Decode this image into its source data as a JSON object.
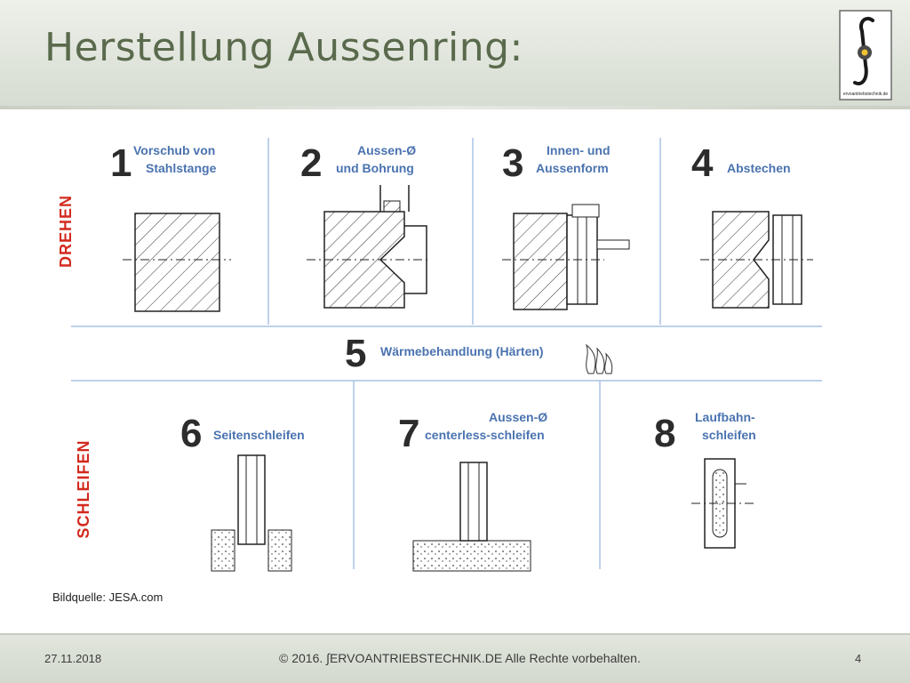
{
  "title": "Herstellung Aussenring:",
  "logo_text": "ervoantriebstechnik.de",
  "source": "Bildquelle: JESA.com",
  "footer": {
    "date": "27.11.2018",
    "copyright": "© 2016.  ∫ERVOANTRIEBSTECHNIK.DE   Alle Rechte vorbehalten.",
    "page": "4"
  },
  "sections": {
    "turning": "DREHEN",
    "grinding": "SCHLEIFEN"
  },
  "steps": [
    {
      "num": "1",
      "label_1": "Vorschub von",
      "label_2": "Stahlstange"
    },
    {
      "num": "2",
      "label_1": "Aussen-Ø",
      "label_2": "und Bohrung"
    },
    {
      "num": "3",
      "label_1": "Innen- und",
      "label_2": "Aussenform"
    },
    {
      "num": "4",
      "label_1": "Abstechen"
    },
    {
      "num": "5",
      "label_1": "Wärmebehandlung (Härten)"
    },
    {
      "num": "6",
      "label_1": "Seitenschleifen"
    },
    {
      "num": "7",
      "label_1": "Aussen-Ø",
      "label_2": "centerless-schleifen"
    },
    {
      "num": "8",
      "label_1": "Laufbahn-",
      "label_2": "schleifen"
    }
  ],
  "colors": {
    "title": "#5a6a4c",
    "labels": "#4a73b0",
    "sections": "#d22a1e",
    "dividers": "#a9c3e3"
  }
}
